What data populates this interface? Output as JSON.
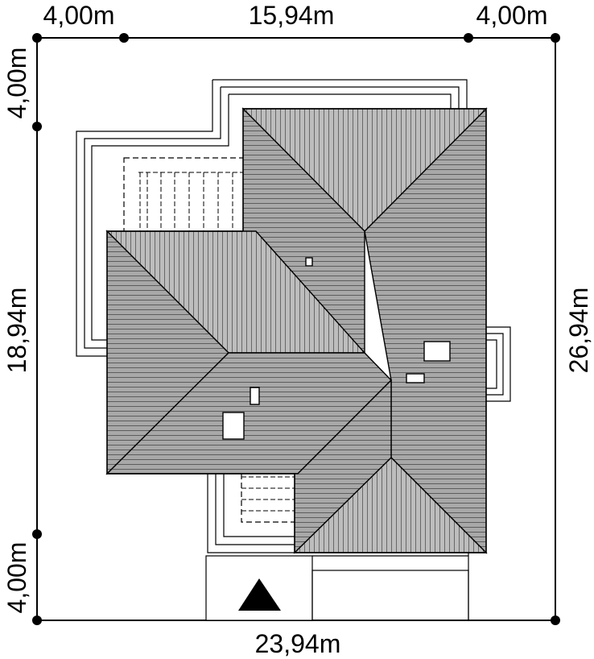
{
  "dimensions": {
    "top_left": "4,00m",
    "top_middle": "15,94m",
    "top_right": "4,00m",
    "left_top": "4,00m",
    "left_middle": "18,94m",
    "left_bottom": "4,00m",
    "right_total": "26,94m",
    "bottom_total": "23,94m"
  },
  "colors": {
    "roof_dark": "#9a9a9a",
    "roof_light": "#bdbdbd",
    "line": "#000000",
    "background": "#ffffff"
  },
  "icons": {
    "north_marker": "triangle-up-icon",
    "dimension_node": "filled-circle-icon"
  }
}
